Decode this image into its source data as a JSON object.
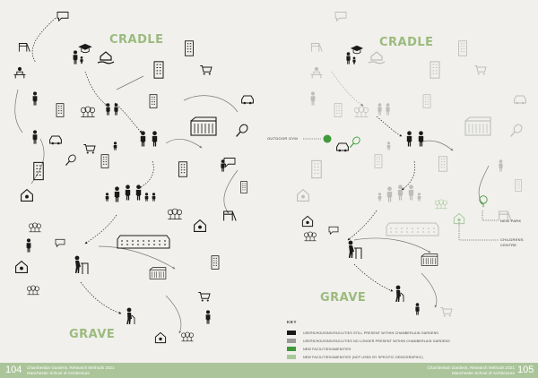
{
  "left_panel": {
    "title_top": "CRADLE",
    "title_bottom": "GRAVE"
  },
  "right_panel": {
    "title_top": "CRADLE",
    "title_bottom": "GRAVE",
    "callouts": {
      "outdoor_gym": "OUTDOOR GYM",
      "new_park": "NEW PARK",
      "childrens_centre": "CHILDRENS CENTRE"
    }
  },
  "key": {
    "title": "KEY",
    "items": [
      {
        "color": "#1a1a1a",
        "label": "USERS/HOUSING/FACILITIES STILL PRESENT WITHIN CHAMBERLAIN GARDENS"
      },
      {
        "color": "#9a9a9a",
        "label": "USERS/HOUSING/FACILITIES NO LONGER PRESENT WITHIN CHAMBERLAIN GARDENS"
      },
      {
        "color": "#3f9a3a",
        "label": "NEW FACILITIES/AMENITIES"
      },
      {
        "color": "#a6c99a",
        "label": "NEW FACILITIES/AMENITIES (NOT USED BY SPECIFIC DEMOGRAPHIC)"
      }
    ]
  },
  "footer": {
    "left_page": "104",
    "left_credit_1": "Chamberlain Gardens, Research Methods 2021",
    "left_credit_2": "Manchester School of Architecture",
    "right_page": "105",
    "right_credit_1": "Chamberlain Gardens, Research Methods 2021",
    "right_credit_2": "Manchester School of Architecture"
  },
  "colors": {
    "accent_green": "#9bbb7e",
    "footer_green": "#abc49a",
    "present": "#1a1a1a",
    "absent": "#9a9a9a",
    "new": "#3f9a3a",
    "new_unused": "#a6c99a"
  }
}
